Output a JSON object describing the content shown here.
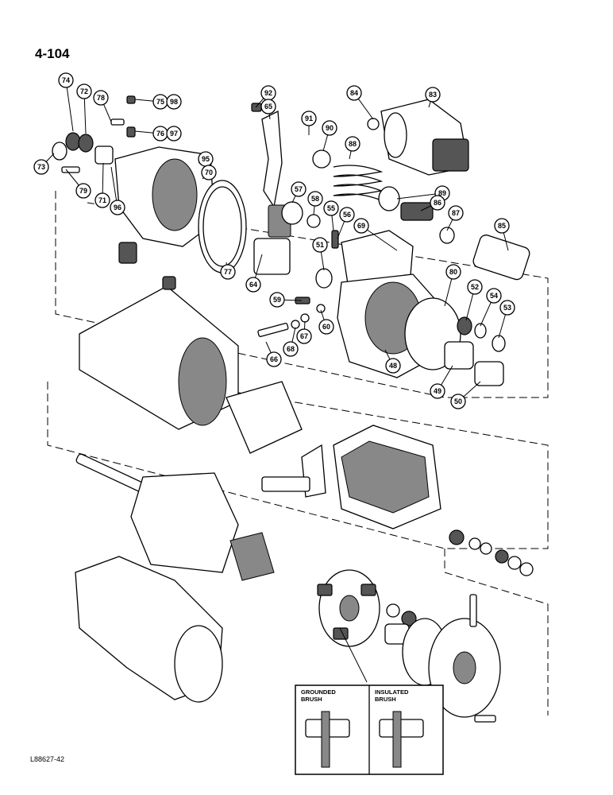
{
  "page_number": "4-104",
  "figure_code": "L88627-42",
  "inset": {
    "left_label_line1": "GROUNDED",
    "left_label_line2": "BRUSH",
    "right_label_line1": "INSULATED",
    "right_label_line2": "BRUSH"
  },
  "callouts": [
    "74",
    "72",
    "78",
    "75",
    "98",
    "92",
    "65",
    "84",
    "83",
    "73",
    "79",
    "71",
    "96",
    "95",
    "70",
    "76",
    "97",
    "91",
    "90",
    "88",
    "57",
    "58",
    "55",
    "56",
    "69",
    "89",
    "86",
    "87",
    "85",
    "77",
    "64",
    "51",
    "59",
    "60",
    "80",
    "52",
    "54",
    "53",
    "48",
    "66",
    "68",
    "67",
    "49",
    "50"
  ]
}
